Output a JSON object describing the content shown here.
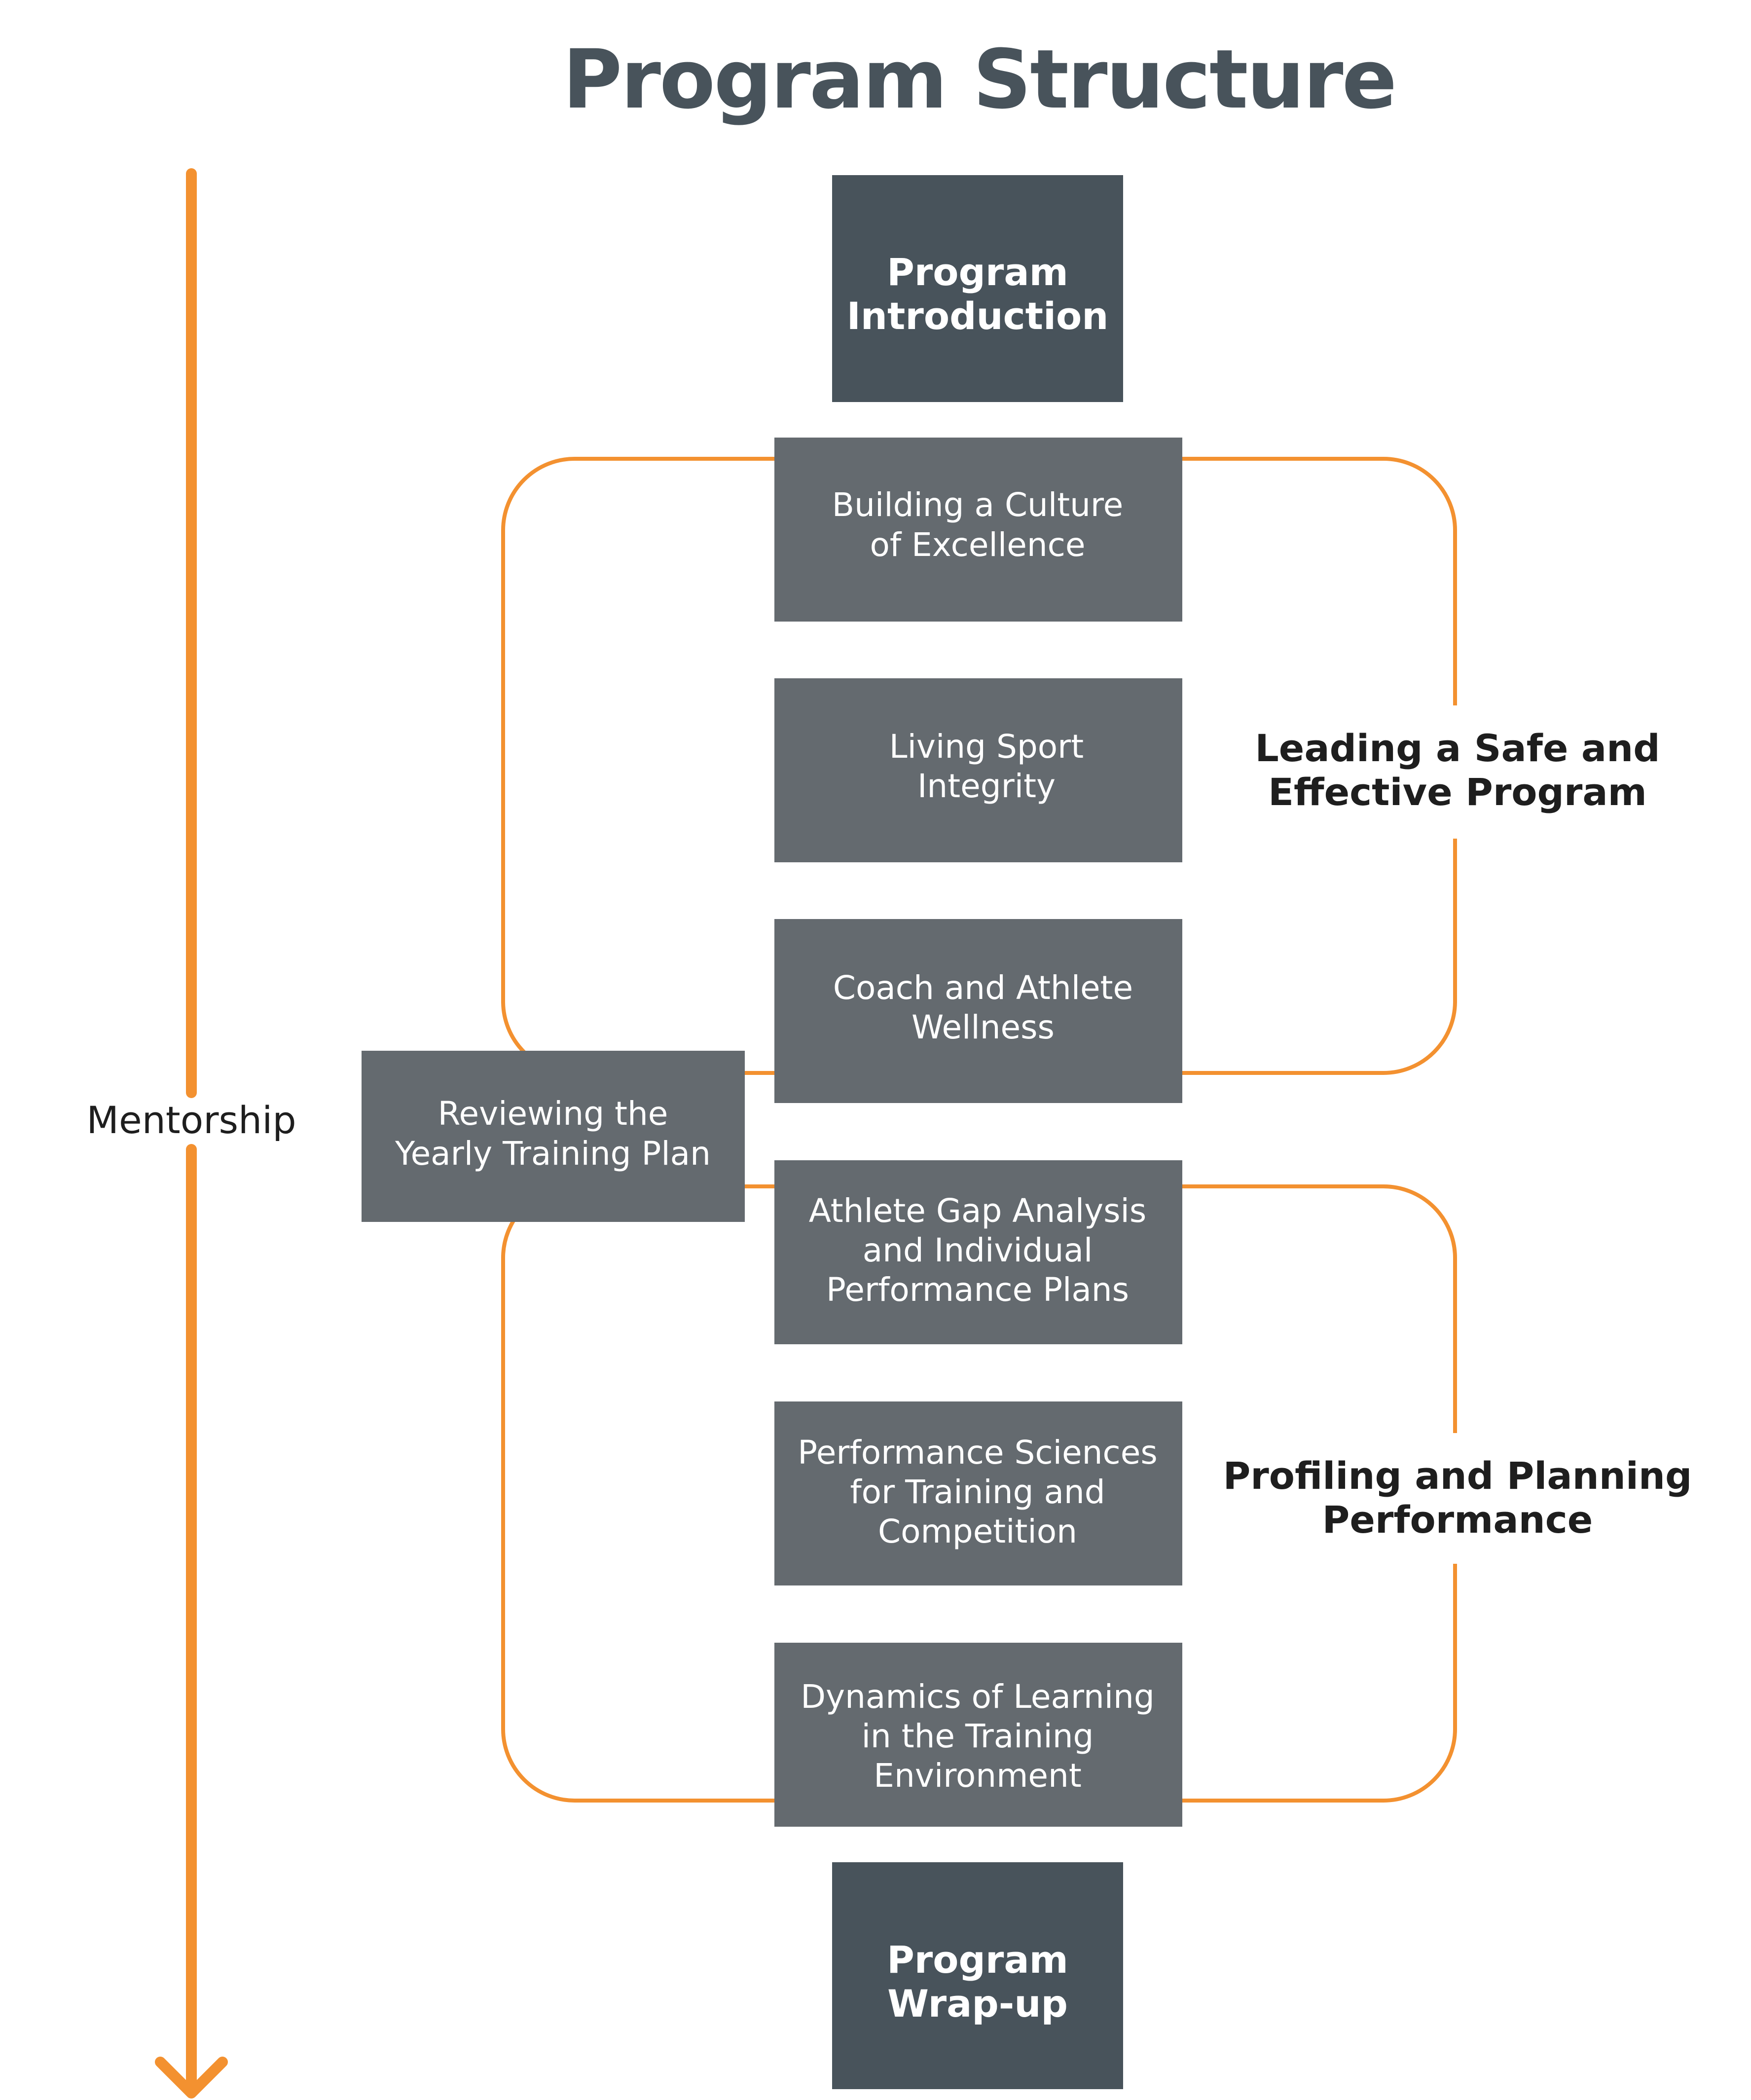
{
  "title": "Program Structure",
  "mentorship": {
    "label": "Mentorship"
  },
  "modules": {
    "intro": {
      "lines": [
        "Program",
        "Introduction"
      ]
    },
    "culture": {
      "lines": [
        "Building a Culture",
        "of Excellence"
      ]
    },
    "integrity": {
      "lines": [
        "Living Sport",
        "Integrity"
      ]
    },
    "wellness": {
      "lines": [
        "Coach and Athlete",
        "Wellness"
      ]
    },
    "ytp": {
      "lines": [
        "Reviewing the",
        "Yearly Training Plan"
      ]
    },
    "gap": {
      "lines": [
        "Athlete Gap Analysis",
        "and Individual",
        "Performance Plans"
      ]
    },
    "sciences": {
      "lines": [
        "Performance Sciences",
        "for Training and",
        "Competition"
      ]
    },
    "learning": {
      "lines": [
        "Dynamics of Learning",
        "in the Training",
        "Environment"
      ]
    },
    "wrapup": {
      "lines": [
        "Program",
        "Wrap-up"
      ]
    }
  },
  "groups": {
    "safe": {
      "lines": [
        "Leading a Safe and",
        "Effective Program"
      ]
    },
    "profiling": {
      "lines": [
        "Profiling and Planning",
        "Performance"
      ]
    }
  },
  "colors": {
    "accent_orange": "#F39130",
    "dark_box": "#48535B",
    "mid_box": "#646A6F",
    "title": "#48535B",
    "label": "#1E1E1E",
    "box_text": "#FFFFFF"
  }
}
